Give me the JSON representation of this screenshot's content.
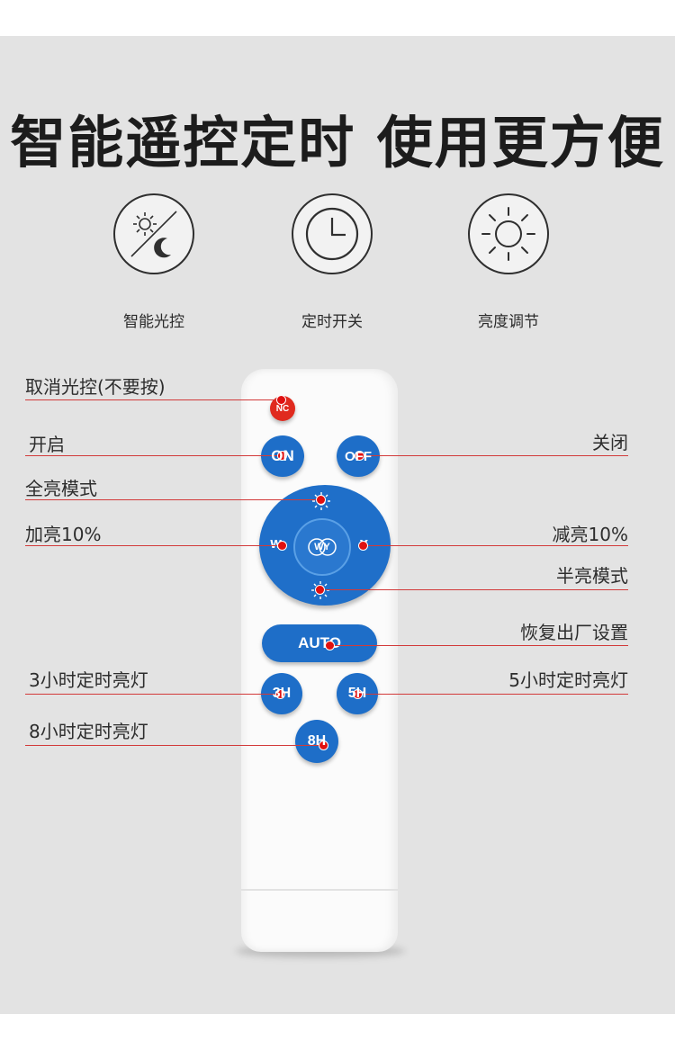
{
  "headline": "智能遥控定时 使用更方便",
  "features": [
    {
      "icon": "sun-moon-icon",
      "label": "智能光控"
    },
    {
      "icon": "clock-icon",
      "label": "定时开关"
    },
    {
      "icon": "sun-icon",
      "label": "亮度调节"
    }
  ],
  "remote": {
    "nc": "NC",
    "on": "ON",
    "off": "OFF",
    "w": "W",
    "y": "Y",
    "wy": "WY",
    "auto": "AUTO",
    "h3": "3H",
    "h5": "5H",
    "h8": "8H"
  },
  "annotations": {
    "nc": "取消光控(不要按)",
    "on": "开启",
    "off": "关闭",
    "full": "全亮模式",
    "plus": "加亮10%",
    "minus": "减亮10%",
    "half": "半亮模式",
    "reset": "恢复出厂设置",
    "h3": "3小时定时亮灯",
    "h5": "5小时定时亮灯",
    "h8": "8小时定时亮灯"
  },
  "colors": {
    "button_blue": "#1e6ec8",
    "nc_red": "#e02a1e",
    "marker_red": "#e01010"
  }
}
